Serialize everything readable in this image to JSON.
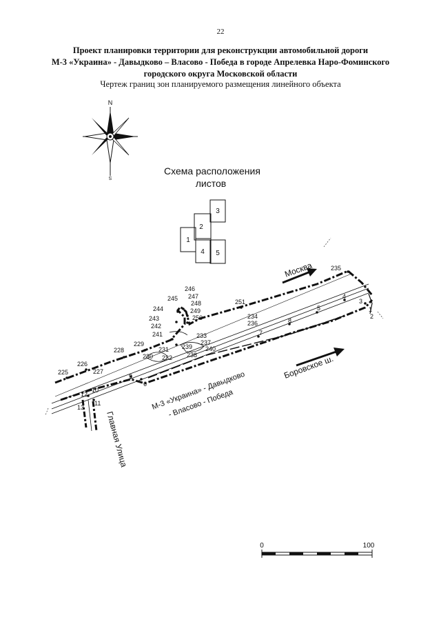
{
  "page": {
    "number": "22",
    "title_lines": [
      "Проект планировки территории для реконструкции автомобильной дороги",
      "М-3 «Украина» - Давыдково – Власово - Победа в городе Апрелевка Наро-Фоминского",
      "городского округа  Московской области"
    ],
    "subtitle": "Чертеж границ зон планируемого размещения линейного объекта"
  },
  "compass": {
    "north": "N",
    "south": "S"
  },
  "sheet_scheme": {
    "title_line1": "Схема расположения",
    "title_line2": "листов",
    "sheets": [
      "1",
      "2",
      "3",
      "4",
      "5"
    ]
  },
  "labels": {
    "direction_moscow": "Москва",
    "borovskoe": "Боровское ш.",
    "road_name_line1": "М-3 «Украина» - Давыдково",
    "road_name_line2": "- Власово - Победа",
    "main_street": "Главная Улица"
  },
  "points": {
    "p225": "225",
    "p226": "226",
    "p227": "227",
    "p228": "228",
    "p229": "229",
    "p230": "230",
    "p231": "231",
    "p232": "232",
    "p233": "233",
    "p234": "234",
    "p235": "235",
    "p236": "236",
    "p237": "237",
    "p238": "238",
    "p239": "239",
    "p240": "240",
    "p241": "241",
    "p242": "242",
    "p243": "243",
    "p244": "244",
    "p245": "245",
    "p246": "246",
    "p247": "247",
    "p248": "248",
    "p249": "249",
    "p250": "250",
    "p251": "251",
    "p1": "1",
    "p2": "2",
    "p3": "3",
    "p4": "4",
    "p5": "5",
    "p6": "6",
    "p7": "7",
    "p8": "8",
    "p9": "9",
    "p10": "10",
    "p11": "11",
    "p12": "12",
    "p13": "13"
  },
  "scale_bar": {
    "start": "0",
    "end": "100"
  },
  "colors": {
    "ink": "#111111",
    "background": "#ffffff"
  }
}
